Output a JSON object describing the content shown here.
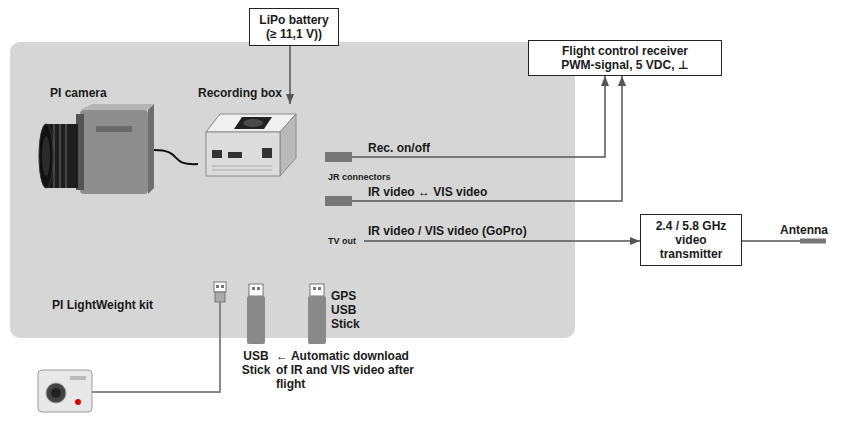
{
  "diagram": {
    "nodes": [
      {
        "text": [
          "LiPo battery (≥ 11,1 V))"
        ]
      },
      {
        "text": [
          "Flight control receiver",
          "PWM-signal, 5 VDC, ⊥"
        ]
      },
      {
        "text": [
          "PI LightWeight kit"
        ]
      },
      {
        "text": [
          "PI camera"
        ],
        "in": 2
      },
      {
        "text": [
          "Recording box"
        ],
        "in": 2
      },
      {
        "text": [
          "2.4 / 5.8 GHz video transmitter"
        ]
      }
    ],
    "edges": [
      {
        "from": 0,
        "to": 4,
        "arrow": "to"
      },
      {
        "from": 3,
        "to": 4,
        "arrow": "none"
      },
      {
        "from": 2,
        "to": 1,
        "label": "Rec. on/off",
        "arrow": "to"
      },
      {
        "from": 2,
        "to": 1,
        "label": "IR video ↔ VIS video",
        "arrow": "to"
      },
      {
        "from": 2,
        "to": 5,
        "label": "IR video / VIS video (GoPro)",
        "arrow": "to"
      }
    ],
    "labels": [
      "JR connectors",
      "TV out",
      "Antenna",
      "USB Stick",
      "GPS USB Stick",
      "← Automatic download of IR and VIS video after flight"
    ]
  }
}
